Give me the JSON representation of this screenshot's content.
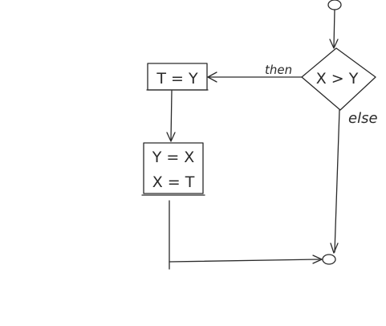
{
  "flowchart": {
    "condition": "X > Y",
    "branch_then_label": "then",
    "branch_else_label": "else",
    "box1_text": "T = Y",
    "box2_line1": "Y = X",
    "box2_line2": "X = T"
  }
}
